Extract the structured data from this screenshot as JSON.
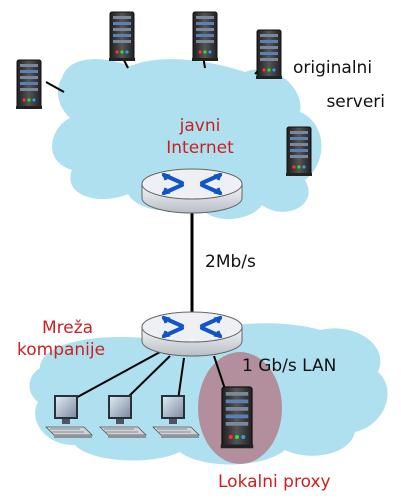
{
  "labels": {
    "origin_servers_line1": "originalni",
    "origin_servers_line2": "serveri",
    "internet_line1": "javni",
    "internet_line2": "Internet",
    "access_link": "2Mb/s",
    "company_network_line1": "Mreža",
    "company_network_line2": "kompanije",
    "lan_speed": "1 Gb/s LAN",
    "local_proxy": "Lokalni proxy"
  },
  "colors": {
    "cloud_fill": "#aee0ef",
    "proxy_highlight": "#b47f8e",
    "red_label": "#cc1f1f",
    "router_body": "#c9cdd4",
    "router_top": "#eef0f3",
    "router_arrows": "#0e56c9",
    "server_body": "#3c3c3c",
    "link_color": "#000000"
  },
  "icons": {
    "server": "server-tower-icon",
    "router": "router-icon",
    "workstation": "desktop-computer-icon"
  }
}
